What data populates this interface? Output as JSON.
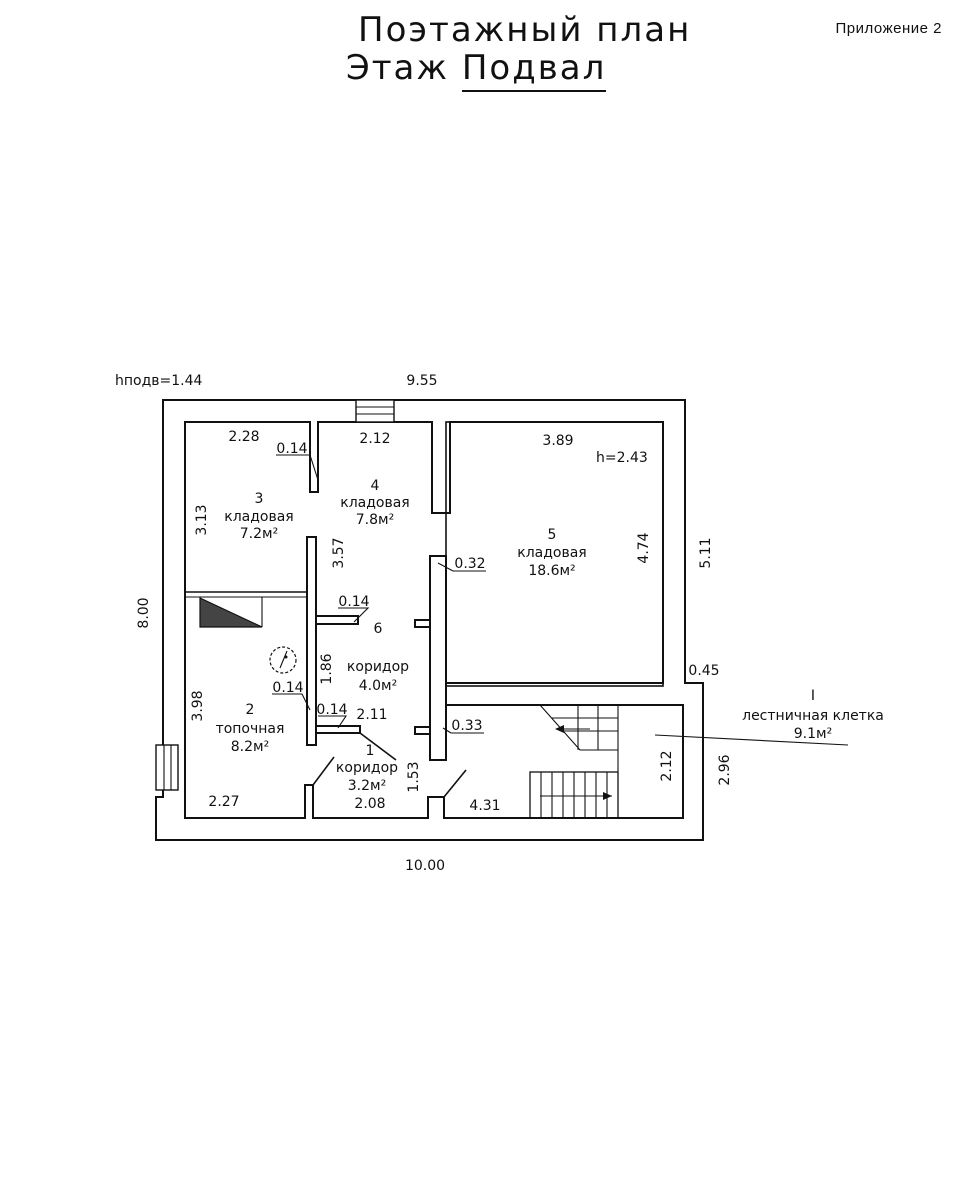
{
  "header": {
    "title": "Поэтажный план",
    "floor_label": "Этаж",
    "floor_value": "Подвал",
    "appendix": "Приложение 2"
  },
  "basement_height_label": "hподв=1.44",
  "room_height_label": "h=2.43",
  "rooms": [
    {
      "number": "1",
      "name": "коридор",
      "area": "3.2м²"
    },
    {
      "number": "2",
      "name": "топочная",
      "area": "8.2м²"
    },
    {
      "number": "3",
      "name": "кладовая",
      "area": "7.2м²"
    },
    {
      "number": "4",
      "name": "кладовая",
      "area": "7.8м²"
    },
    {
      "number": "5",
      "name": "кладовая",
      "area": "18.6м²"
    },
    {
      "number": "6",
      "name": "коридор",
      "area": "4.0м²"
    },
    {
      "number": "I",
      "name": "лестничная клетка",
      "area": "9.1м²"
    }
  ],
  "dimensions": {
    "overall_top": "9.55",
    "overall_bottom": "10.00",
    "overall_left": "8.00",
    "right_upper": "5.11",
    "right_lower": "2.96",
    "right_offset": "0.45",
    "room3_width": "2.28",
    "room3_depth": "3.13",
    "room4_width": "2.12",
    "room4_depth": "3.57",
    "room5_width": "3.89",
    "room5_depth": "4.74",
    "room2_width": "2.27",
    "room2_depth": "3.98",
    "corridor6_depth": "1.86",
    "corridor1_width_top": "2.11",
    "corridor1_width_bottom": "2.08",
    "corridor1_depth": "1.53",
    "stair_width": "4.31",
    "stair_depth": "2.12",
    "wall_a": "0.14",
    "wall_b": "0.14",
    "wall_c": "0.14",
    "wall_d": "0.14",
    "wall_e": "0.32",
    "wall_f": "0.33"
  }
}
